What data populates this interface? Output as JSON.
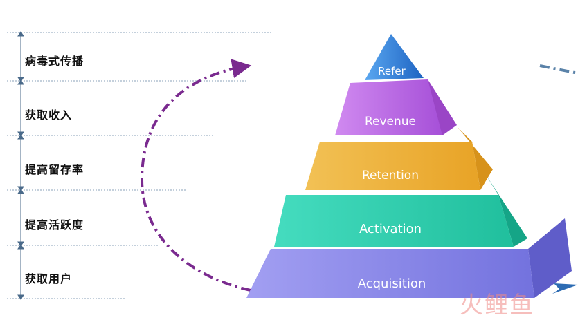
{
  "stages_cn": [
    "病毒式传播",
    "获取收入",
    "提高留存率",
    "提高活跃度",
    "获取用户"
  ],
  "pyramid": [
    {
      "label": "Refer",
      "color": "#2f7fd8"
    },
    {
      "label": "Revenue",
      "color": "#c86ee6"
    },
    {
      "label": "Retention",
      "color": "#efb238"
    },
    {
      "label": "Activation",
      "color": "#2ecfb0"
    },
    {
      "label": "Acquisition",
      "color": "#8a88ea"
    }
  ],
  "watermark": "火鲤鱼"
}
